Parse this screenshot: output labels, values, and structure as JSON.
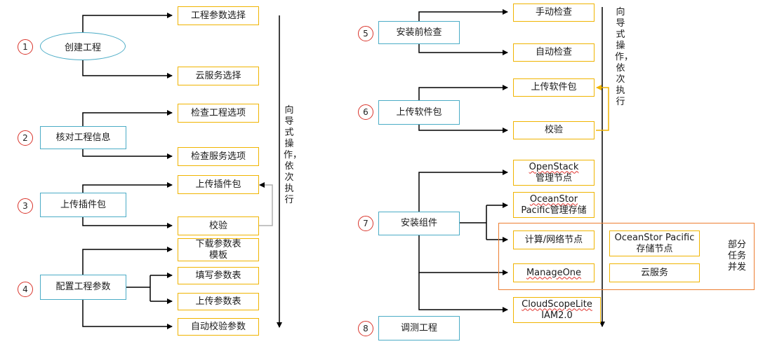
{
  "left": {
    "steps": [
      "1",
      "2",
      "3",
      "4"
    ],
    "main": [
      "创建工程",
      "核对工程信息",
      "上传插件包",
      "配置工程参数"
    ],
    "subs": [
      "工程参数选择",
      "云服务选择",
      "检查工程选项",
      "检查服务选项",
      "上传插件包",
      "校验",
      "下载参数表\n模板",
      "填写参数表",
      "上传参数表",
      "自动校验参数"
    ]
  },
  "right": {
    "steps": [
      "5",
      "6",
      "7",
      "8"
    ],
    "main": [
      "安装前检查",
      "上传软件包",
      "安装组件",
      "调测工程"
    ],
    "subs": [
      "手动检查",
      "自动检查",
      "上传软件包",
      "校验",
      "管理节点",
      "Pacific管理存储",
      "计算/网络节点",
      "存储节点",
      "ManageOne",
      "云服务",
      "IAM2.0"
    ],
    "names": [
      "OpenStack",
      "OceanStor",
      "OceanStor Pacific",
      "CloudScopeLite"
    ]
  },
  "arrow_label": "向导式操作，依次执行",
  "group_note": "部分任务并发"
}
